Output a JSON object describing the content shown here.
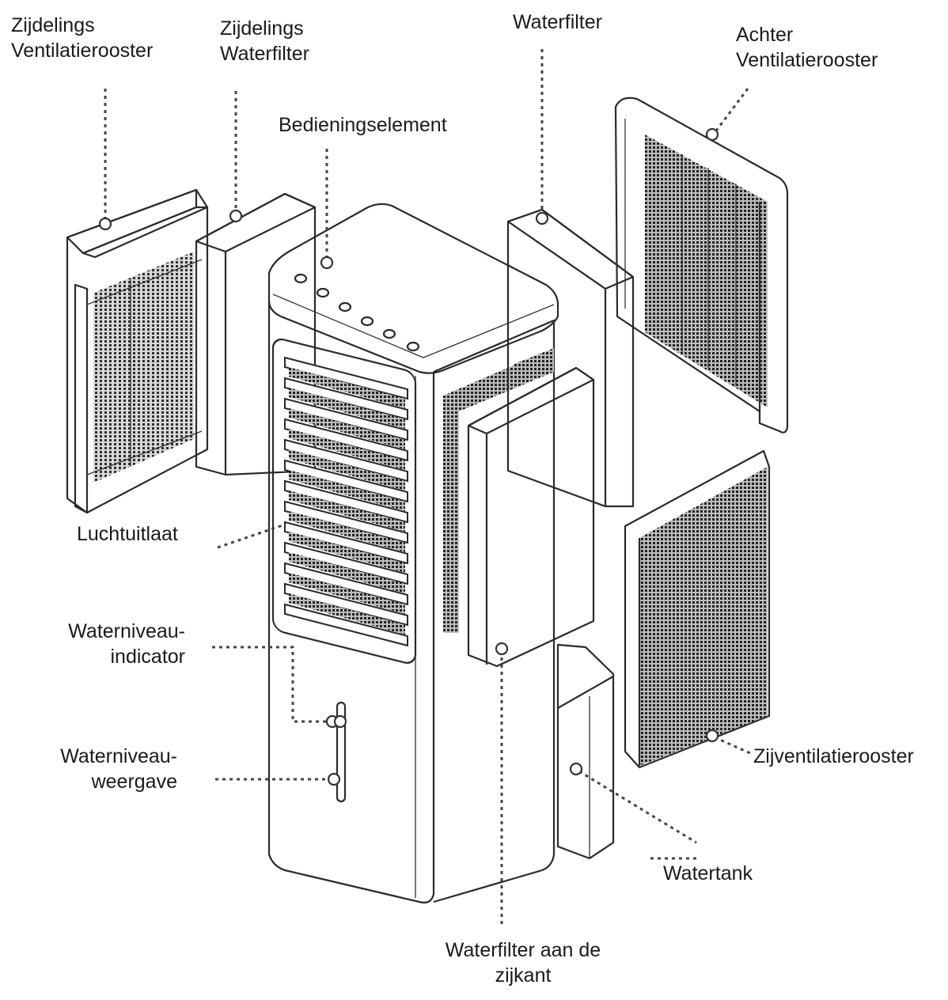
{
  "labels": {
    "side_grille": [
      "Zijdelings",
      "Ventilatierooster"
    ],
    "side_filter": [
      "Zijdelings",
      "Waterfilter"
    ],
    "control": [
      "Bedieningselement"
    ],
    "water_filter": [
      "Waterfilter"
    ],
    "rear_grille": [
      "Achter",
      "Ventilatierooster"
    ],
    "air_outlet": [
      "Luchtuitlaat"
    ],
    "level_indicator": [
      "Waterniveau-",
      "indicator"
    ],
    "level_display": [
      "Waterniveau-",
      "weergave"
    ],
    "side_vent_grille": [
      "Zijventilatierooster"
    ],
    "water_tank": [
      "Watertank"
    ],
    "side_water_filter": [
      "Waterfilter aan de",
      "zijkant"
    ]
  },
  "colors": {
    "line": "#2a2a2a",
    "mesh": "#3a3a3a",
    "background": "#ffffff"
  }
}
